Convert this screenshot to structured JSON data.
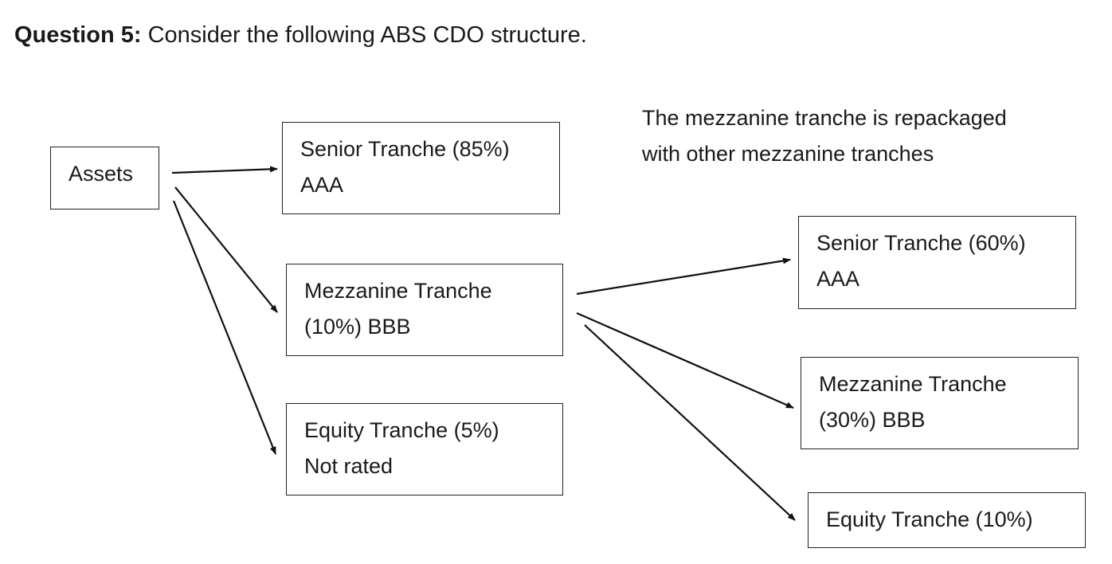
{
  "question": {
    "label": "Question 5:",
    "text": " Consider the following ABS CDO structure."
  },
  "assets": {
    "label": "Assets"
  },
  "first_level": {
    "senior": {
      "line1": "Senior Tranche (85%)",
      "line2": "AAA"
    },
    "mezzanine": {
      "line1": "Mezzanine Tranche",
      "line2": "(10%) BBB"
    },
    "equity": {
      "line1": "Equity Tranche (5%)",
      "line2": "Not rated"
    }
  },
  "note": {
    "line1": "The mezzanine tranche is repackaged",
    "line2": "with other mezzanine tranches"
  },
  "second_level": {
    "senior": {
      "line1": "Senior Tranche (60%)",
      "line2": "AAA"
    },
    "mezzanine": {
      "line1": "Mezzanine Tranche",
      "line2": "(30%) BBB"
    },
    "equity": {
      "line1": "Equity Tranche (10%)"
    }
  }
}
